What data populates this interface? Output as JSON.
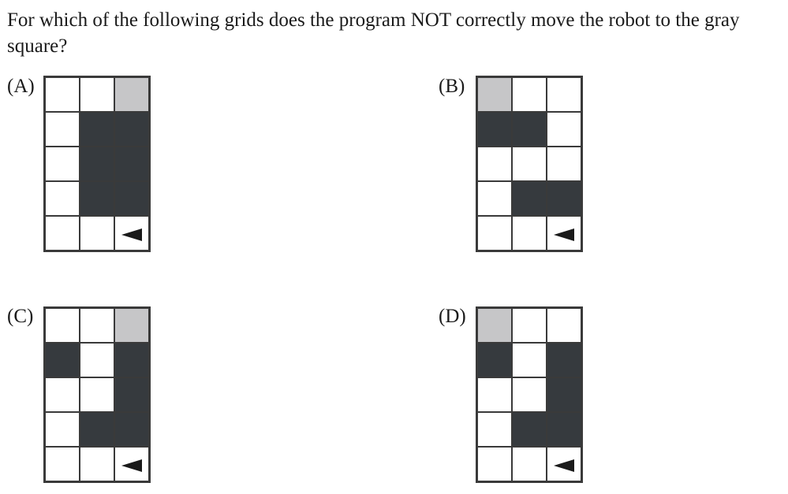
{
  "question": "For which of the following grids  does the program NOT correctly move the robot to the gray square?",
  "options": [
    {
      "label": "(A)",
      "rows": [
        [
          "w",
          "w",
          "g"
        ],
        [
          "w",
          "b",
          "b"
        ],
        [
          "w",
          "b",
          "b"
        ],
        [
          "w",
          "b",
          "b"
        ],
        [
          "w",
          "w",
          "r"
        ]
      ],
      "robot": {
        "row": 4,
        "col": 2,
        "direction": "left",
        "icon": "triangle-left-icon"
      }
    },
    {
      "label": "(B)",
      "rows": [
        [
          "g",
          "w",
          "w"
        ],
        [
          "b",
          "b",
          "w"
        ],
        [
          "w",
          "w",
          "w"
        ],
        [
          "w",
          "b",
          "b"
        ],
        [
          "w",
          "w",
          "r"
        ]
      ],
      "robot": {
        "row": 4,
        "col": 2,
        "direction": "left",
        "icon": "triangle-left-icon"
      }
    },
    {
      "label": "(C)",
      "rows": [
        [
          "w",
          "w",
          "g"
        ],
        [
          "b",
          "w",
          "b"
        ],
        [
          "w",
          "w",
          "b"
        ],
        [
          "w",
          "b",
          "b"
        ],
        [
          "w",
          "w",
          "r"
        ]
      ],
      "robot": {
        "row": 4,
        "col": 2,
        "direction": "left",
        "icon": "triangle-left-icon"
      }
    },
    {
      "label": "(D)",
      "rows": [
        [
          "g",
          "w",
          "w"
        ],
        [
          "b",
          "w",
          "b"
        ],
        [
          "w",
          "w",
          "b"
        ],
        [
          "w",
          "b",
          "b"
        ],
        [
          "w",
          "w",
          "r"
        ]
      ],
      "robot": {
        "row": 4,
        "col": 2,
        "direction": "left",
        "icon": "triangle-left-icon"
      }
    }
  ],
  "colors": {
    "white": "#ffffff",
    "black": "#363a3e",
    "gray": "#c6c6c8",
    "border": "#3a3a3a"
  }
}
